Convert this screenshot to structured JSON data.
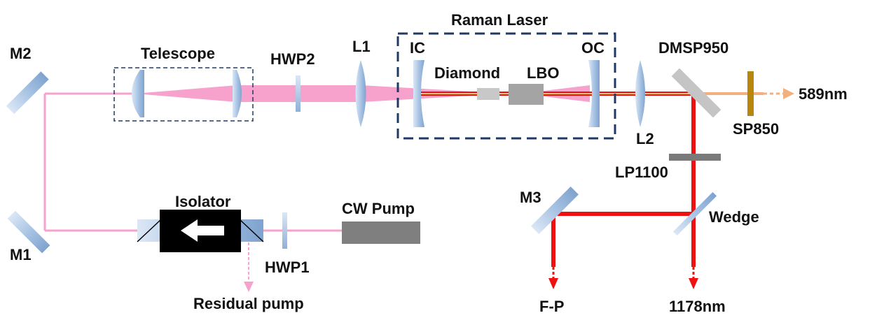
{
  "labels": {
    "raman_laser": "Raman Laser",
    "telescope": "Telescope",
    "hwp2": "HWP2",
    "l1": "L1",
    "ic": "IC",
    "diamond": "Diamond",
    "lbo": "LBO",
    "oc": "OC",
    "dmsp950": "DMSP950",
    "m2": "M2",
    "out_589": "589nm",
    "sp850": "SP850",
    "l2": "L2",
    "lp1100": "LP1100",
    "isolator": "Isolator",
    "cw_pump": "CW Pump",
    "m3": "M3",
    "wedge": "Wedge",
    "m1": "M1",
    "hwp1": "HWP1",
    "residual_pump": "Residual pump",
    "fp": "F-P",
    "out_1178": "1178nm"
  },
  "colors": {
    "pump_beam": "#f7a1cd",
    "raman_beam": "#ee1111",
    "yellow_beam": "#f3b07f",
    "optic": "#a9c4e4",
    "crystal": "#a4a4a4",
    "filter_sp850": "#b8860b",
    "dashed_frame": "#1f3864"
  }
}
